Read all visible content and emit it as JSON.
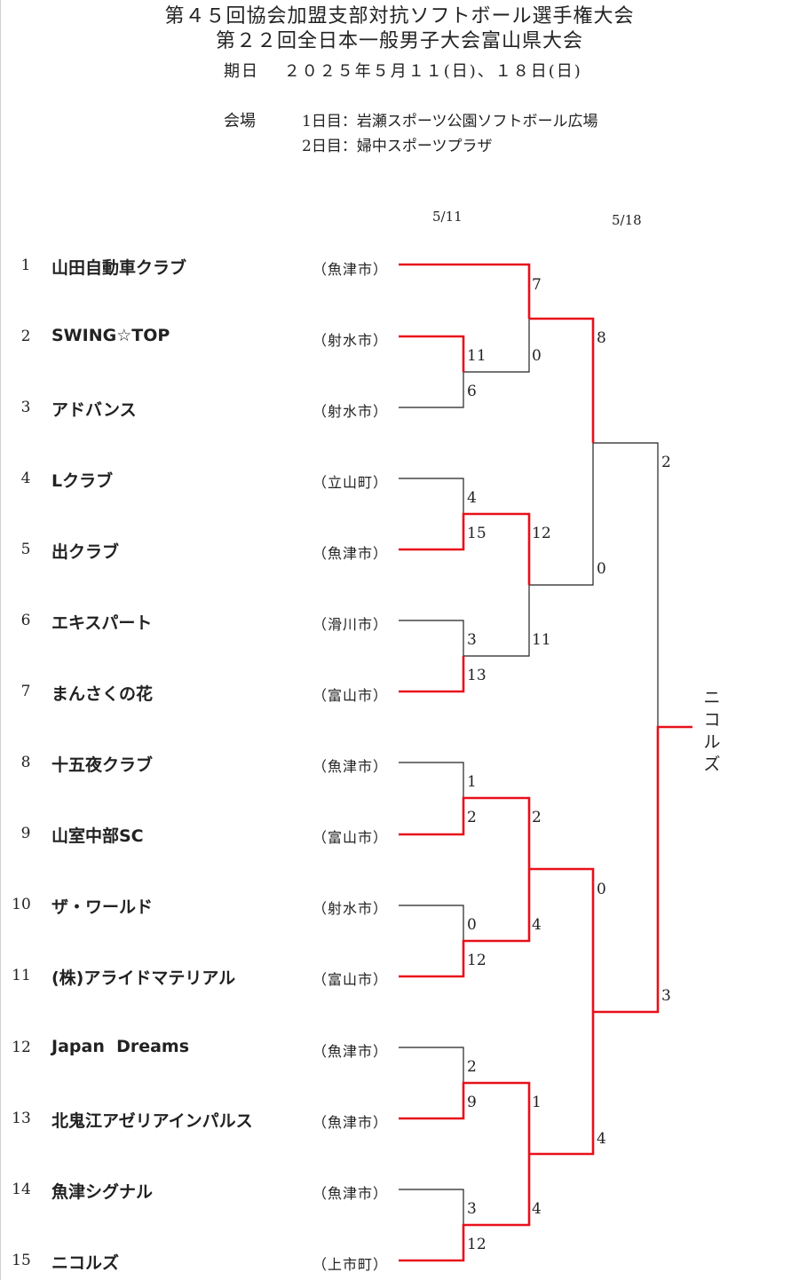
{
  "header": {
    "title1": "第４５回協会加盟支部対抗ソフトボール選手権大会",
    "title2": "第２２回全日本一般男子大会富山県大会",
    "date": "期日　 ２０２５年５月１１(日)、１８日(日)",
    "venue_label": "会場",
    "venue1": "1日目：岩瀬スポーツ公園ソフトボール広場",
    "venue2": "2日目：婦中スポーツプラザ"
  },
  "rounds": {
    "day1": "5/11",
    "day2": "5/18"
  },
  "teams": [
    {
      "no": "1",
      "name": "山田自動車クラブ",
      "city": "（魚津市）"
    },
    {
      "no": "2",
      "name": "SWING☆TOP",
      "city": "（射水市）"
    },
    {
      "no": "3",
      "name": "アドバンス",
      "city": "（射水市）"
    },
    {
      "no": "4",
      "name": "Lクラブ",
      "city": "（立山町）"
    },
    {
      "no": "5",
      "name": "出クラブ",
      "city": "（魚津市）"
    },
    {
      "no": "6",
      "name": "エキスパート",
      "city": "（滑川市）"
    },
    {
      "no": "7",
      "name": "まんさくの花",
      "city": "（富山市）"
    },
    {
      "no": "8",
      "name": "十五夜クラブ",
      "city": "（魚津市）"
    },
    {
      "no": "9",
      "name": "山室中部SC",
      "city": "（富山市）"
    },
    {
      "no": "10",
      "name": "ザ・ワールド",
      "city": "（射水市）"
    },
    {
      "no": "11",
      "name": "(株)アライドマテリアル",
      "city": "（富山市）"
    },
    {
      "no": "12",
      "name": "Japan  Dreams",
      "city": "（魚津市）"
    },
    {
      "no": "13",
      "name": "北鬼江アゼリアインパルス",
      "city": "（魚津市）"
    },
    {
      "no": "14",
      "name": "魚津シグナル",
      "city": "（魚津市）"
    },
    {
      "no": "15",
      "name": "ニコルズ",
      "city": "（上市町）"
    }
  ],
  "scores": {
    "r1_2v3": [
      "11",
      "6"
    ],
    "r1_4v5": [
      "4",
      "15"
    ],
    "r1_6v7": [
      "3",
      "13"
    ],
    "r1_8v9": [
      "1",
      "2"
    ],
    "r1_10v11": [
      "0",
      "12"
    ],
    "r1_12v13": [
      "2",
      "9"
    ],
    "r1_14v15": [
      "3",
      "12"
    ],
    "r2_a": [
      "7",
      "0"
    ],
    "r2_b": [
      "12",
      "11"
    ],
    "r2_c": [
      "2",
      "4"
    ],
    "r2_d": [
      "1",
      "4"
    ],
    "sf_top": [
      "8",
      "0"
    ],
    "sf_bottom": [
      "0",
      "4"
    ],
    "final": [
      "2",
      "3"
    ]
  },
  "champion": "ニコルズ",
  "colors": {
    "winner_line": "#e8101a",
    "loser_line": "#222222"
  }
}
